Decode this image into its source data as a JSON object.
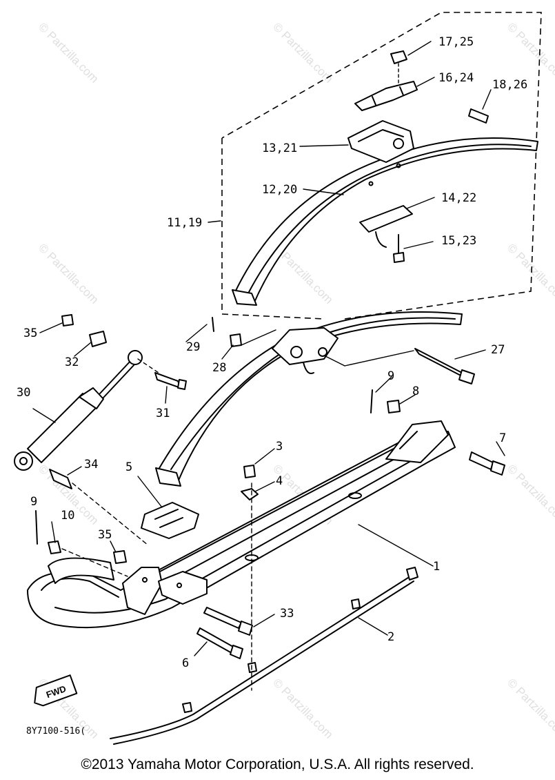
{
  "diagram": {
    "callouts": [
      "1",
      "2",
      "3",
      "4",
      "5",
      "6",
      "7",
      "8",
      "9",
      "9",
      "10",
      "11,19",
      "12,20",
      "13,21",
      "14,22",
      "15,23",
      "16,24",
      "17,25",
      "18,26",
      "27",
      "28",
      "29",
      "30",
      "31",
      "32",
      "33",
      "34",
      "35",
      "35"
    ],
    "direction_tag": "FWD",
    "part_code": "8Y7100-516(",
    "watermark": "© Partzilla.com"
  },
  "footer": {
    "copyright": "©2013  Yamaha Motor Corporation, U.S.A. All rights reserved."
  }
}
